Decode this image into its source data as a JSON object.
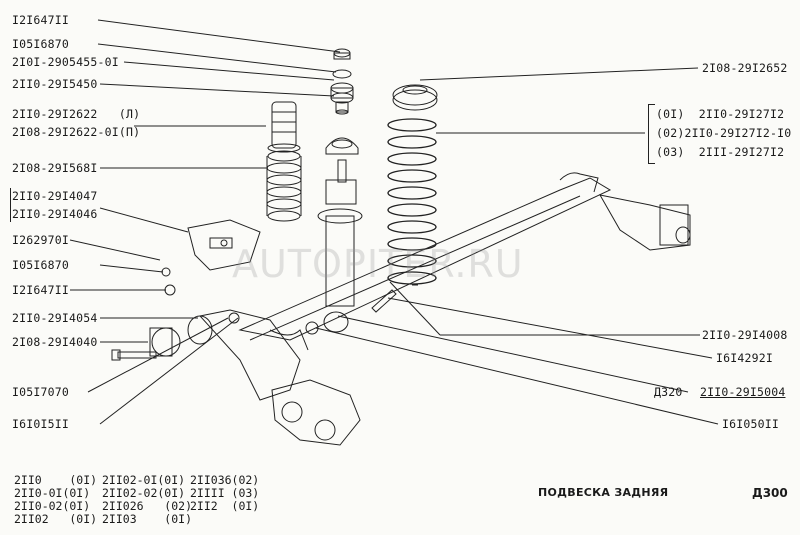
{
  "labels_left": [
    "I2I647II",
    "I05I6870",
    "2I0I-2905455-0I",
    "2II0-29I5450",
    "2II0-29I2622   (Л)",
    "2I08-29I2622-0I(П)",
    "2I08-29I568I",
    "2II0-29I4047",
    "2II0-29I4046",
    "I262970I",
    "I05I6870",
    "I2I647II",
    "2II0-29I4054",
    "2I08-29I4040",
    "I05I7070",
    "I6I0I5II"
  ],
  "labels_right": {
    "top": "2I08-29I2652",
    "spring_group": [
      "(0I)  2II0-29I27I2",
      "(02)2II0-29I27I2-I0",
      "(03)  2III-29I27I2"
    ],
    "r1": "2II0-29I4008",
    "r2": "I6I4292I",
    "r3_prefix": "Д320",
    "r3_code": "2II0-29I5004",
    "r4": "I6I050II"
  },
  "footer": {
    "col1": [
      "2II0    (0I)",
      "2II0-0I(0I)",
      "2II0-02(0I)",
      "2II02   (0I)"
    ],
    "col2": [
      "2II02-0I(0I)",
      "2II02-02(0I)",
      "2II026   (02)",
      "2II03    (0I)"
    ],
    "col3": [
      "2II036(02)",
      "2IIII (03)",
      "2II2  (0I)"
    ],
    "title": "ПОДВЕСКА ЗАДНЯЯ",
    "code": "Д300"
  },
  "watermark": "AUTOPITER.RU"
}
